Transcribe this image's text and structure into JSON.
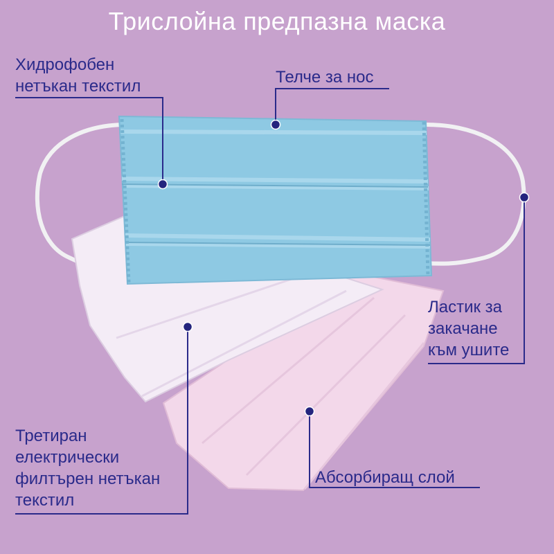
{
  "title": "Трислойна предпазна маска",
  "labels": {
    "hydrophobic": [
      "Хидрофобен",
      "нетъкан текстил"
    ],
    "nose": [
      "Телче за нос"
    ],
    "ear": [
      "Ластик за",
      "закачане",
      "към ушите"
    ],
    "filter": [
      "Третиран",
      "електрически",
      "филтърен нетъкан",
      "текстил"
    ],
    "absorb": [
      "Абсорбиращ слой"
    ]
  },
  "colors": {
    "background": "#c7a2cd",
    "title": "#ffffff",
    "label_text": "#2a2a8a",
    "leader_line": "#2a2a8a",
    "dot": "#24247e",
    "mask_blue": "#8ec9e3",
    "layer_white": "#f4ecf6",
    "layer_pink": "#f3d8ea"
  }
}
